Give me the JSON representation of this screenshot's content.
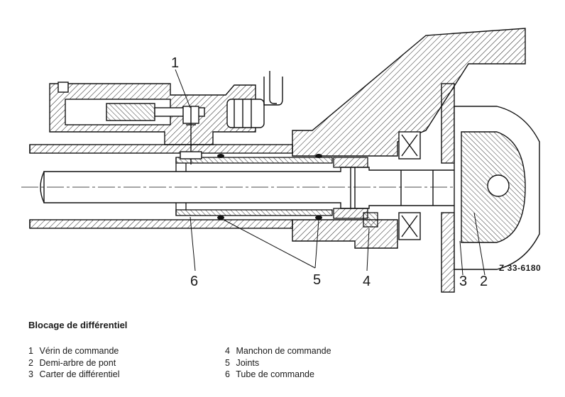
{
  "figure": {
    "reference_code": "Z 33-6180",
    "callouts": [
      {
        "id": "c1",
        "label": "1"
      },
      {
        "id": "c2",
        "label": "2"
      },
      {
        "id": "c3",
        "label": "3"
      },
      {
        "id": "c4",
        "label": "4"
      },
      {
        "id": "c5",
        "label": "5"
      },
      {
        "id": "c6",
        "label": "6"
      }
    ]
  },
  "caption": "Blocage de différentiel",
  "legend": {
    "left": [
      {
        "num": "1",
        "text": "Vérin de commande"
      },
      {
        "num": "2",
        "text": "Demi-arbre de pont"
      },
      {
        "num": "3",
        "text": "Carter de différentiel"
      }
    ],
    "right": [
      {
        "num": "4",
        "text": "Manchon de commande"
      },
      {
        "num": "5",
        "text": "Joints"
      },
      {
        "num": "6",
        "text": "Tube de commande"
      }
    ]
  }
}
